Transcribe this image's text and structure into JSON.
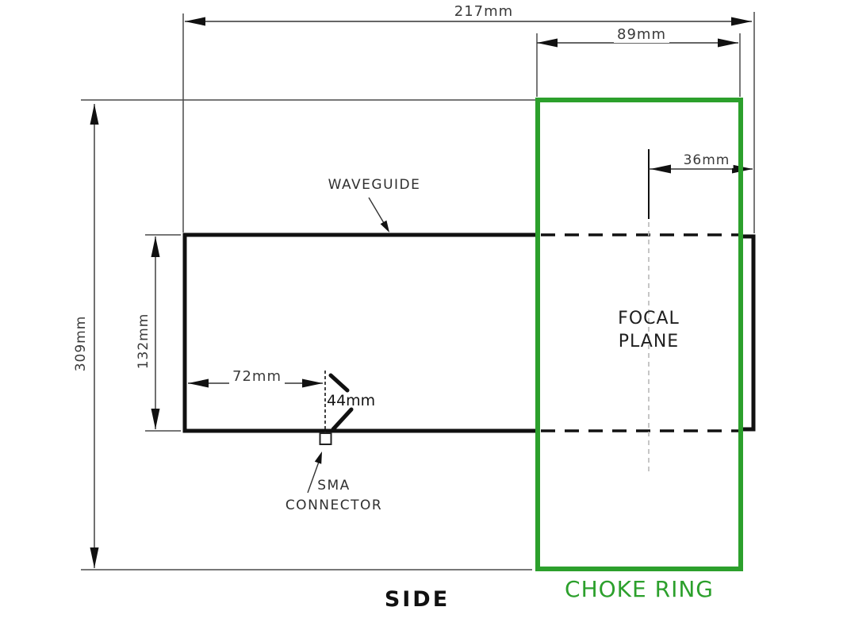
{
  "colors": {
    "green": "#2ca02c",
    "line": "#4a4a4a",
    "ink": "#1c1c1c",
    "centerline": "#bcbcbc",
    "dimtext": "#3a3a3a"
  },
  "view_label": "SIDE",
  "dimensions": {
    "overall_width": "217mm",
    "choke_ring_width": "89mm",
    "focal_offset": "36mm",
    "overall_height": "309mm",
    "waveguide_height": "132mm",
    "sma_offset": "72mm",
    "probe_length": "44mm"
  },
  "labels": {
    "waveguide": "WAVEGUIDE",
    "focal_plane": [
      "FOCAL",
      "PLANE"
    ],
    "sma_connector": [
      "SMA",
      "CONNECTOR"
    ],
    "choke_ring": "CHOKE RING"
  }
}
